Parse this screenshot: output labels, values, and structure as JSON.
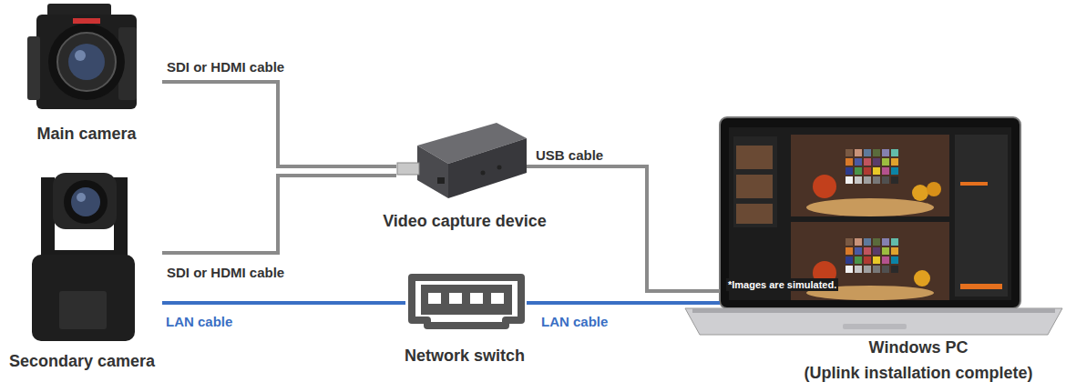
{
  "diagram": {
    "nodes": [
      {
        "text": [
          "Main camera"
        ]
      },
      {
        "text": [
          "Secondary camera"
        ]
      },
      {
        "text": [
          "Video capture device"
        ]
      },
      {
        "text": [
          "Network switch"
        ]
      },
      {
        "text": [
          "Windows PC",
          "(Uplink installation complete)"
        ]
      }
    ],
    "edges": [
      {
        "from": 0,
        "to": 2,
        "label": "SDI or HDMI cable",
        "arrow": "none"
      },
      {
        "from": 1,
        "to": 2,
        "label": "SDI or HDMI cable",
        "arrow": "none"
      },
      {
        "from": 2,
        "to": 4,
        "label": "USB cable",
        "arrow": "none"
      },
      {
        "from": 1,
        "to": 3,
        "label": "LAN cable",
        "arrow": "none"
      },
      {
        "from": 3,
        "to": 4,
        "label": "LAN cable",
        "arrow": "none"
      }
    ],
    "labels": [
      "*Images are simulated."
    ]
  }
}
